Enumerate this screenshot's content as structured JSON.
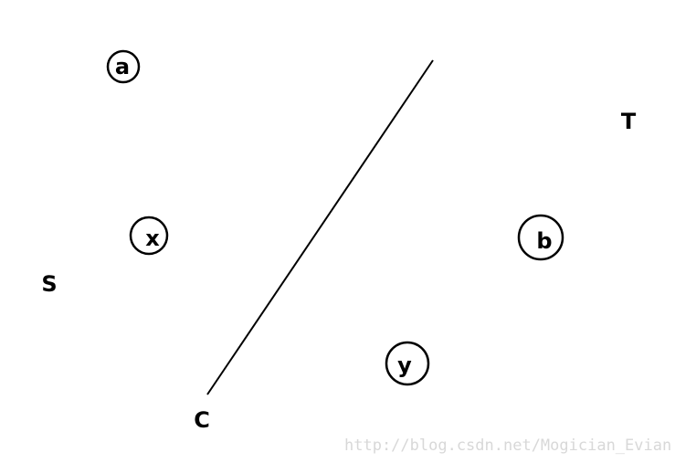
{
  "diagram": {
    "nodes": [
      {
        "id": "a",
        "label": "a"
      },
      {
        "id": "x",
        "label": "x"
      },
      {
        "id": "b",
        "label": "b"
      },
      {
        "id": "y",
        "label": "y"
      }
    ],
    "points": [
      {
        "id": "S",
        "label": "S"
      },
      {
        "id": "T",
        "label": "T"
      },
      {
        "id": "C",
        "label": "C"
      }
    ],
    "watermark": "http://blog.csdn.net/Mogician_Evian"
  }
}
